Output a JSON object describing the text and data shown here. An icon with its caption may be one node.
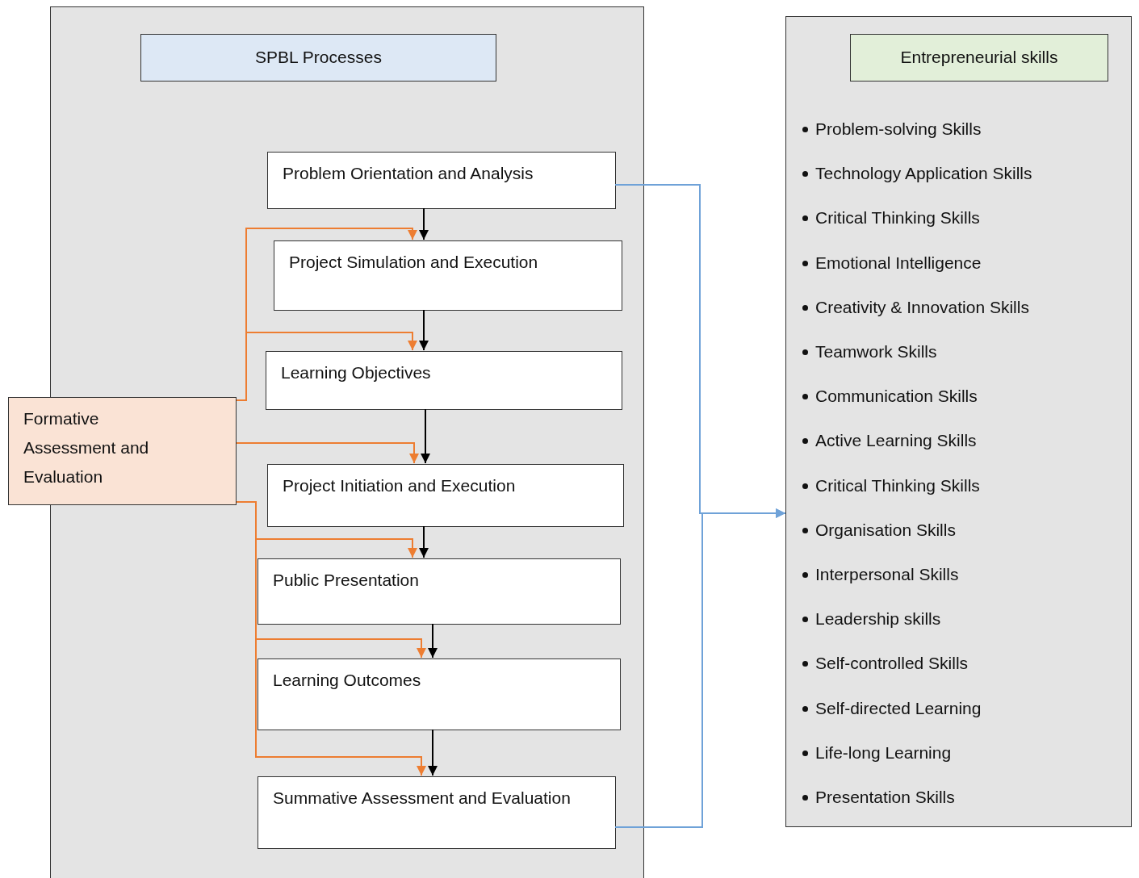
{
  "diagram": {
    "nodes": [
      {
        "text": [],
        "shape": "box"
      },
      {
        "text": [
          "SPBL Processes"
        ],
        "in": 0
      },
      {
        "text": [
          "Problem Orientation and Analysis"
        ],
        "in": 0
      },
      {
        "text": [
          "Project Simulation and Execution"
        ],
        "in": 0
      },
      {
        "text": [
          "Learning Objectives"
        ],
        "in": 0
      },
      {
        "text": [
          "Project Initiation and Execution"
        ],
        "in": 0
      },
      {
        "text": [
          "Public Presentation"
        ],
        "in": 0
      },
      {
        "text": [
          "Learning Outcomes"
        ],
        "in": 0
      },
      {
        "text": [
          "Summative Assessment and Evaluation"
        ],
        "in": 0
      },
      {
        "text": [
          "Formative Assessment and Evaluation"
        ]
      },
      {
        "text": [
          "Problem-solving Skills",
          "Technology Application Skills",
          "Critical Thinking Skills",
          "Emotional Intelligence",
          "Creativity & Innovation Skills",
          "Teamwork Skills",
          "Communication Skills",
          "Active Learning Skills",
          "Critical Thinking Skills",
          "Organisation Skills",
          "Interpersonal Skills",
          "Leadership skills",
          "Self-controlled Skills",
          "Self-directed Learning",
          "Life-long Learning",
          "Presentation Skills"
        ]
      },
      {
        "text": [
          "Entrepreneurial skills"
        ],
        "in": 10
      }
    ],
    "edges": [
      {
        "from": 2,
        "to": 3,
        "arrow": "to"
      },
      {
        "from": 3,
        "to": 4,
        "arrow": "to"
      },
      {
        "from": 4,
        "to": 5,
        "arrow": "to"
      },
      {
        "from": 5,
        "to": 6,
        "arrow": "to"
      },
      {
        "from": 6,
        "to": 7,
        "arrow": "to"
      },
      {
        "from": 7,
        "to": 8,
        "arrow": "to"
      },
      {
        "from": 9,
        "to": 3,
        "arrow": "to",
        "color": "#ed7d31"
      },
      {
        "from": 9,
        "to": 4,
        "arrow": "to",
        "color": "#ed7d31"
      },
      {
        "from": 9,
        "to": 5,
        "arrow": "to",
        "color": "#ed7d31"
      },
      {
        "from": 9,
        "to": 6,
        "arrow": "to",
        "color": "#ed7d31"
      },
      {
        "from": 9,
        "to": 7,
        "arrow": "to",
        "color": "#ed7d31"
      },
      {
        "from": 9,
        "to": 8,
        "arrow": "to",
        "color": "#ed7d31"
      },
      {
        "from": 2,
        "to": 10,
        "arrow": "to",
        "color": "#6fa2d8"
      },
      {
        "from": 8,
        "to": 10,
        "arrow": "to",
        "color": "#6fa2d8"
      }
    ]
  }
}
